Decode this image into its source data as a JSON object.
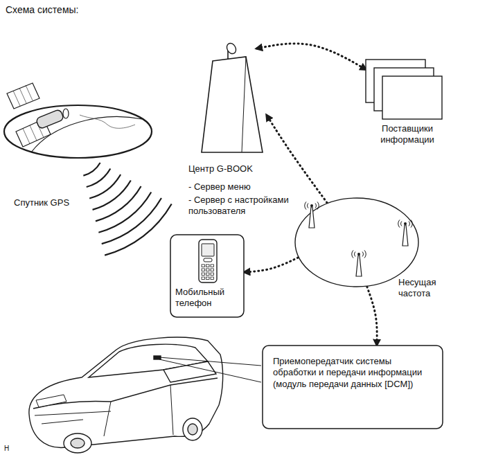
{
  "diagram": {
    "title": "Схема системы:",
    "nodes": [
      {
        "text": [
          "Центр G-BOOK",
          "- Сервер меню",
          "- Сервер с настройками пользователя"
        ]
      },
      {
        "text": [
          "Поставщики информации"
        ]
      },
      {
        "text": [
          "Спутник GPS"
        ]
      },
      {
        "text": [
          "Мобильный телефон"
        ]
      },
      {
        "text": [
          "Несущая частота"
        ]
      },
      {
        "text": [
          "Приемопередатчик системы обработки и передачи информации (модуль передачи данных [DCM])"
        ]
      }
    ],
    "edges": [
      {
        "from": 0,
        "to": 1,
        "arrow": "both"
      },
      {
        "from": 4,
        "to": 0,
        "arrow": "to"
      },
      {
        "from": 4,
        "to": 3,
        "arrow": "to"
      },
      {
        "from": 4,
        "to": 5,
        "arrow": "to"
      }
    ],
    "labels": [
      "H"
    ]
  }
}
